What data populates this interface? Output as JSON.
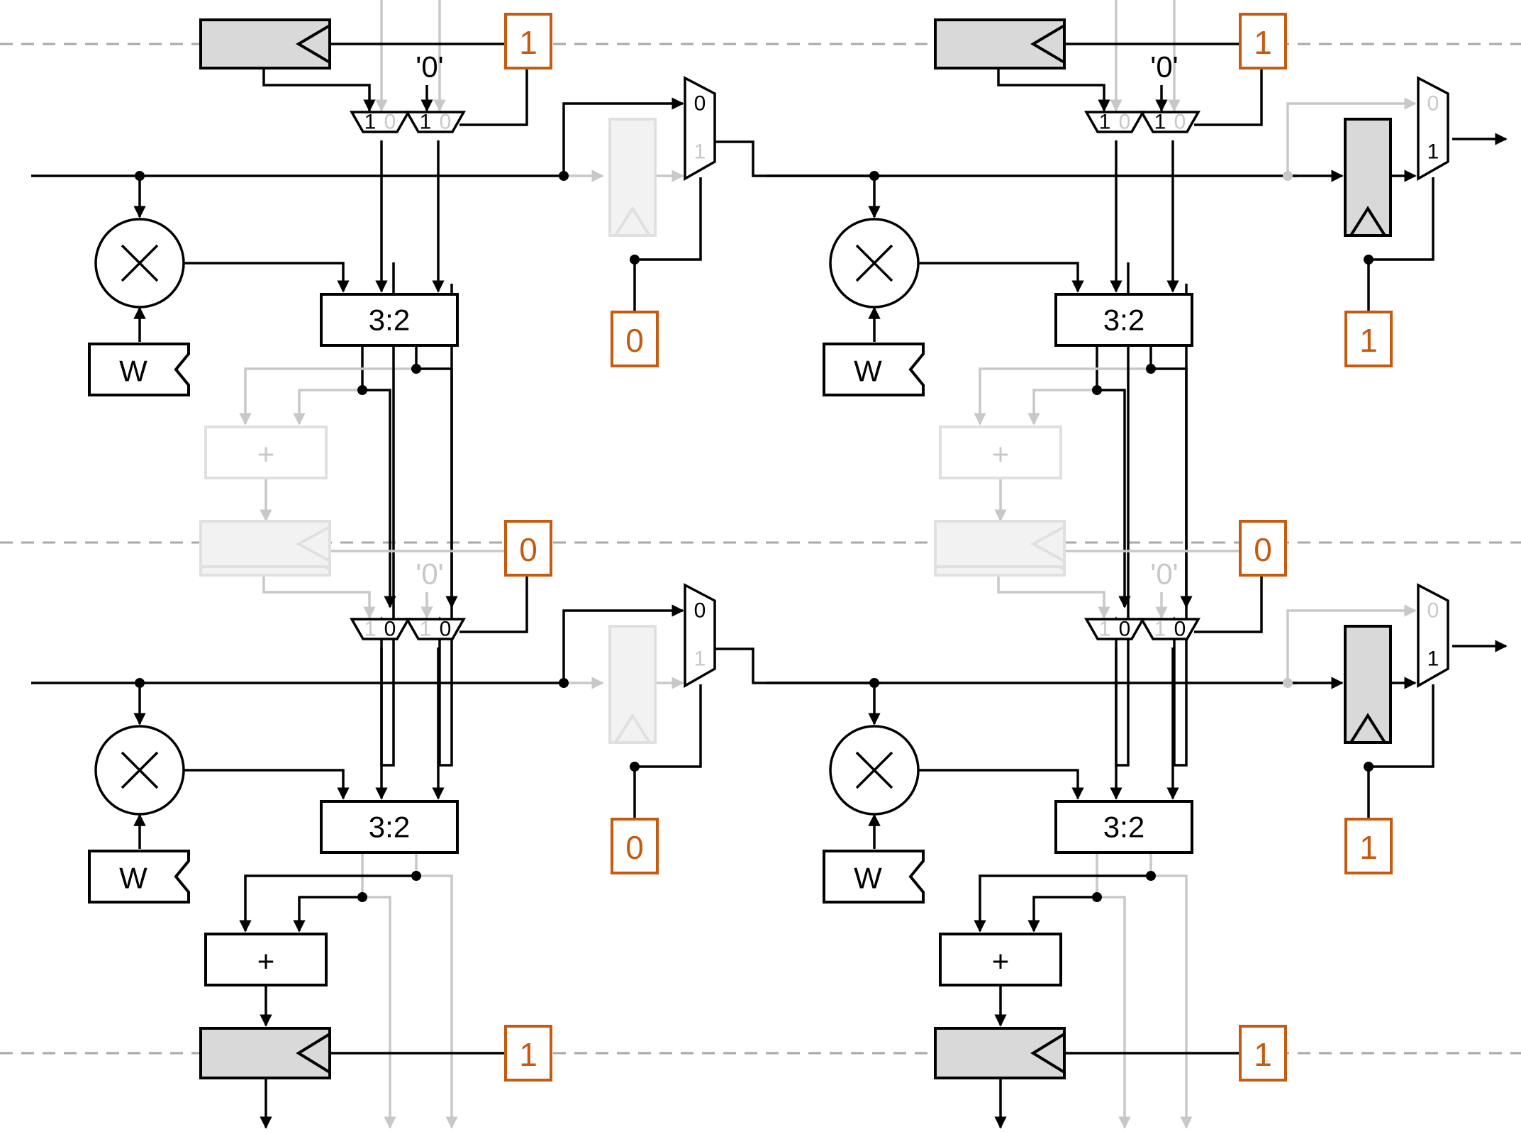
{
  "colors": {
    "active": "#000000",
    "inactive": "#c8c8c8",
    "control": "#c55a11",
    "register_fill": "#d9d9d9",
    "inactive_fill": "#f2f2f2"
  },
  "icons": {
    "multiply": "multiply-icon",
    "clock": "clock-triangle-icon"
  },
  "labels": {
    "compressor": "3:2",
    "adder": "+",
    "weight": "W",
    "zero_const": "'0'",
    "mux_one": "1",
    "mux_zero": "0"
  },
  "cells": [
    {
      "id": "top-left",
      "pipe_reg_select": "1",
      "bypass_select": "0",
      "adder_stage_active": false,
      "bypass_register_active": false
    },
    {
      "id": "top-right",
      "pipe_reg_select": "1",
      "bypass_select": "1",
      "adder_stage_active": false,
      "bypass_register_active": true
    },
    {
      "id": "bottom-left",
      "pipe_reg_select": "0",
      "bypass_select": "0",
      "adder_stage_active": false,
      "bypass_register_active": false
    },
    {
      "id": "bottom-right",
      "pipe_reg_select": "0",
      "bypass_select": "1",
      "adder_stage_active": false,
      "bypass_register_active": true
    }
  ],
  "output_stage": [
    {
      "id": "left",
      "select": "1"
    },
    {
      "id": "right",
      "select": "1"
    }
  ]
}
